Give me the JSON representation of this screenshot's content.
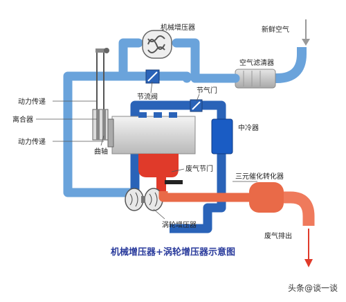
{
  "labels": {
    "supercharger": "机械增压器",
    "fresh_air": "新鲜空气",
    "air_filter": "空气滤清器",
    "throttle_valve": "节流阀",
    "throttle_door": "节气门",
    "power_transfer_top": "动力传递",
    "clutch": "离合器",
    "power_transfer_bottom": "动力传递",
    "intercooler": "中冷器",
    "crankshaft": "曲轴",
    "wastegate": "废气节门",
    "catalytic_converter": "三元催化转化器",
    "turbocharger": "涡轮增压器",
    "exhaust_out": "废气排出"
  },
  "caption": "机械增压器+涡轮增压器示意图",
  "watermark": "头条@谈一谈",
  "colors": {
    "intake_pipe": "#6aa3db",
    "intake_dark": "#2a63b8",
    "exhaust": "#e03a2a",
    "exhaust_pipe": "#ef7a5c",
    "engine": "#d8d8d8",
    "caption": "#2a3b9c"
  }
}
